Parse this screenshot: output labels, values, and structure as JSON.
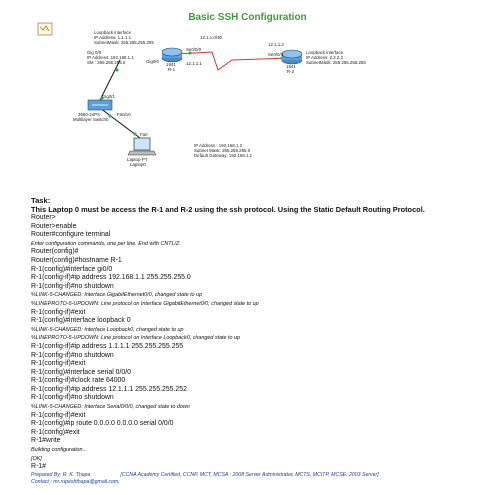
{
  "title": "Basic SSH Configuration",
  "topology": {
    "r1_loopback": [
      "Loopback interface",
      "IP Address: 1.1.1.1",
      "SubnetMask: 255.255.255.255"
    ],
    "r1_gig": [
      "Gig 0/0",
      "IP Address: 192.168.1.1",
      "SM : 255.255.255.0"
    ],
    "serial_net": "12.1.1.0/30",
    "r2_ip": "12.1.1.2",
    "r1_serial_iface": "Se0/0/0",
    "r1_gig_iface": "Gig0/0",
    "r1_model": "1941",
    "r1_name": "R-1",
    "r1_ip": "12.1.1.1",
    "r2_serial_iface": "Se0/0/0",
    "r2_model": "1941",
    "r2_name": "R-2",
    "r2_loopback": [
      "Loopback interface",
      "IP Address: 2.2.2.2",
      "SubnetMask: 255.255.255.255"
    ],
    "switch_top_port": "Gig0/1",
    "switch_port": "Fa0/10",
    "switch_model": "3560-24PS",
    "switch_name": "Multilayer Switch0",
    "laptop_port": "Fa0",
    "laptop_model": "Laptop-PT",
    "laptop_name": "Laptop0",
    "laptop_cfg": [
      "IP Address : 192.168.1.2",
      "Subnet Mask: 255.255.255.0",
      "Default Gateway: 192.168.1.1"
    ]
  },
  "task_title": "Task:",
  "task_desc": "This Laptop 0 must be access the R-1 and R-2 using the ssh protocol. Using the Static Default Routing Protocol.",
  "cli_lines": [
    {
      "t": "Router>",
      "i": false
    },
    {
      "t": "Router>enable",
      "i": false
    },
    {
      "t": "Router#configure terminal",
      "i": false
    },
    {
      "t": "Enter configuration commands, one per line.  End with CNTL/Z.",
      "i": true
    },
    {
      "t": "Router(config)#",
      "i": false
    },
    {
      "t": "Router(config)#hostname R-1",
      "i": false
    },
    {
      "t": "R-1(config)#interface gi0/0",
      "i": false
    },
    {
      "t": "R-1(config-if)#ip address 192.168.1.1 255.255.255.0",
      "i": false
    },
    {
      "t": "R-1(config-if)#no shutdown",
      "i": false
    },
    {
      "t": "%LINK-5-CHANGED: Interface GigabitEthernet0/0, changed state to up",
      "i": true
    },
    {
      "t": "%LINEPROTO-5-UPDOWN: Line protocol on Interface GigabitEthernet0/0, changed state to up",
      "i": true
    },
    {
      "t": "R-1(config-if)#exit",
      "i": false
    },
    {
      "t": "R-1(config)#interface loopback 0",
      "i": false
    },
    {
      "t": "%LINK-5-CHANGED: Interface Loopback0, changed state to up",
      "i": true
    },
    {
      "t": "%LINEPROTO-5-UPDOWN: Line protocol on Interface Loopback0, changed state to up",
      "i": true
    },
    {
      "t": "R-1(config-if)#ip address 1.1.1.1 255.255.255.255",
      "i": false
    },
    {
      "t": "R-1(config-if)#no shutdown",
      "i": false
    },
    {
      "t": "R-1(config-if)#exit",
      "i": false
    },
    {
      "t": "R-1(config)#interface serial 0/0/0",
      "i": false
    },
    {
      "t": "R-1(config-if)#clock rate 64000",
      "i": false
    },
    {
      "t": "R-1(config-if)#ip address 12.1.1.1 255.255.255.252",
      "i": false
    },
    {
      "t": "R-1(config-if)#no shutdown",
      "i": false
    },
    {
      "t": "%LINK-5-CHANGED: Interface Serial0/0/0, changed state to down",
      "i": true
    },
    {
      "t": "R-1(config-if)#exit",
      "i": false
    },
    {
      "t": "R-1(config)#ip route 0.0.0.0 0.0.0.0 serial 0/0/0",
      "i": false
    },
    {
      "t": "R-1(config)#exit",
      "i": false
    },
    {
      "t": "R-1#write",
      "i": false
    },
    {
      "t": "Building configuration...",
      "i": true
    },
    {
      "t": "[OK]",
      "i": true
    },
    {
      "t": "R-1#",
      "i": false
    }
  ],
  "footer": {
    "prepared": "Prepared By: R. K. Thapa",
    "certs": "[CCNA Academy Certified, CCNP,  MCT, MCSA : 2008 Server Administrator, MCTS, MCITP, MCSE: 2003  Server]",
    "contact": "Contact :  mr.rupeshthapa@gmail.com,"
  },
  "colors": {
    "title": "#3f9b3a",
    "serial_link": "#d9342b",
    "footer": "#1f3fa0",
    "link_up": "#2db84d"
  }
}
